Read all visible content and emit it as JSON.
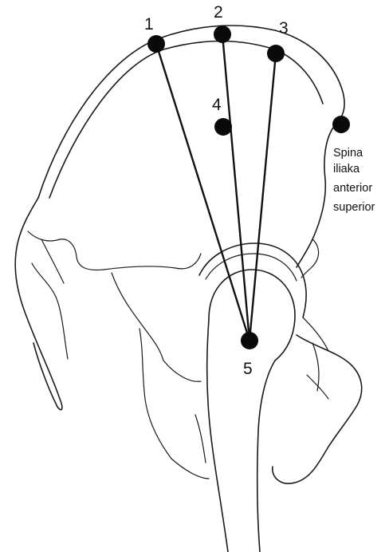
{
  "points": {
    "p1": "1",
    "p2": "2",
    "p3": "3",
    "p4": "4",
    "p5": "5"
  },
  "landmark_label": {
    "line1": "Spina",
    "line2": "iliaka",
    "line3": "anterior",
    "line4": "superior"
  },
  "colors": {
    "ink": "#111111",
    "background": "#ffffff"
  }
}
